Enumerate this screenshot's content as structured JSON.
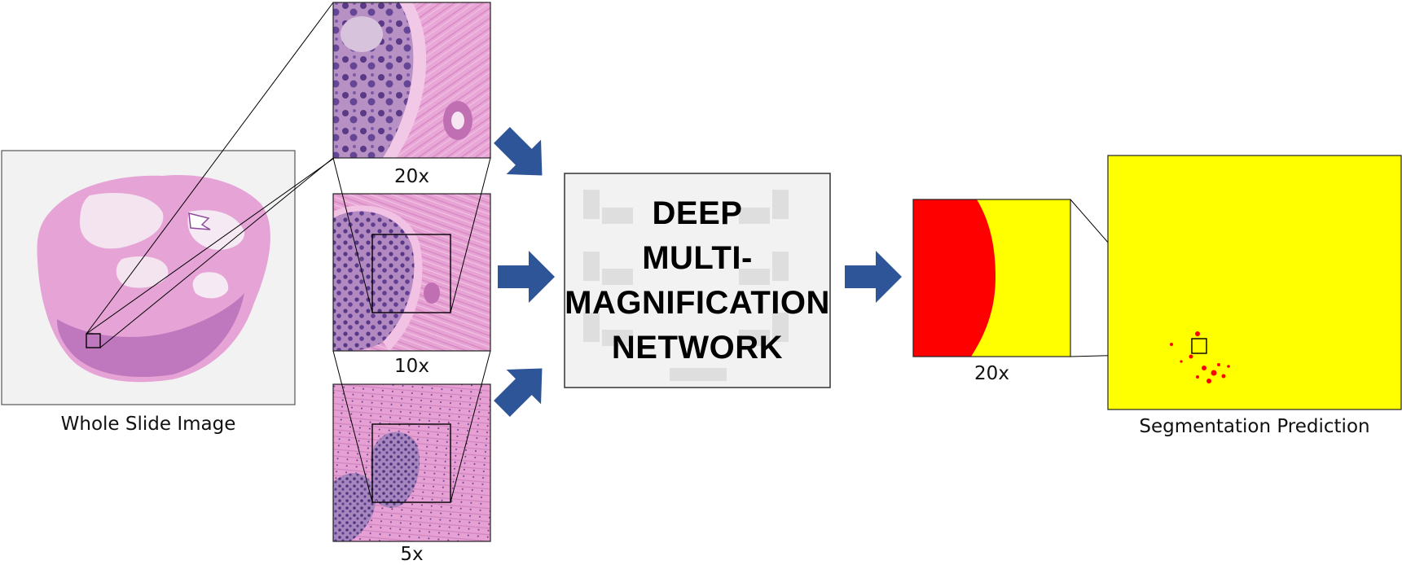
{
  "labels": {
    "whole_slide": "Whole Slide Image",
    "mag_20x": "20x",
    "mag_10x": "10x",
    "mag_5x": "5x",
    "network_line1": "DEEP",
    "network_line2": "MULTI-",
    "network_line3": "MAGNIFICATION",
    "network_line4": "NETWORK",
    "pred_zoom": "20x",
    "segmentation": "Segmentation Prediction"
  },
  "colors": {
    "arrow": "#2e5597",
    "tissue_pink": "#e8a6d6",
    "nucleus_purple": "#5b3f86",
    "pred_background": "#ffff00",
    "pred_tumor": "#ff0000",
    "network_box": "#f2f2f2"
  }
}
